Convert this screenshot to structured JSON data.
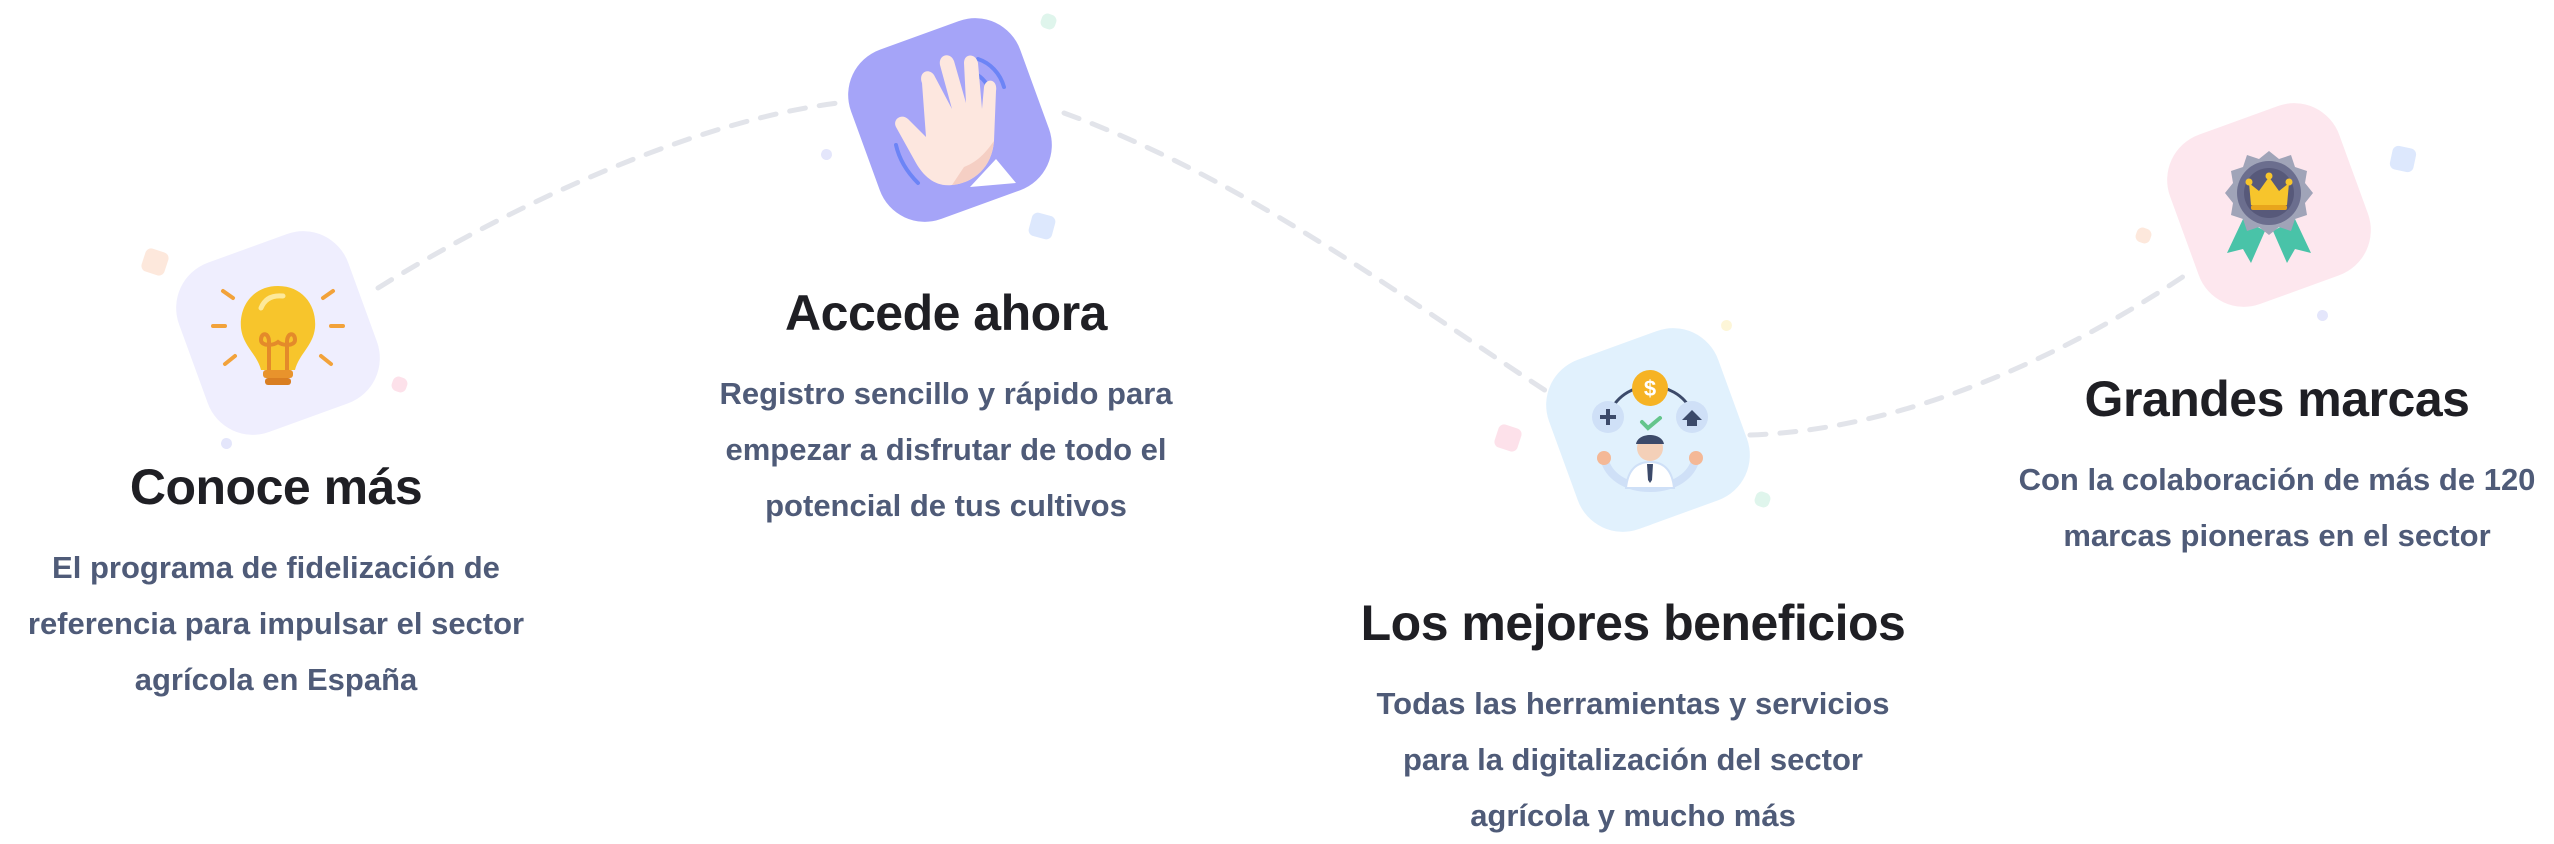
{
  "colors": {
    "title": "#1f1f24",
    "description": "#4f5b78",
    "curve": "#e2e4ea",
    "tile_lightbulb": "#efeefe",
    "tile_hand": "#a5a4f8",
    "tile_benefits": "#e1f1fd",
    "tile_brands": "#fde7ee"
  },
  "steps": [
    {
      "title": "Conoce más",
      "description": "El programa de fidelización de referencia para impulsar el sector agrícola en España",
      "icon": "lightbulb-icon"
    },
    {
      "title": "Accede ahora",
      "description": "Registro sencillo y rápido para empezar a disfrutar de todo el potencial de tus cultivos",
      "icon": "waving-hand-icon"
    },
    {
      "title": "Los mejores beneficios",
      "description": "Todas las herramientas y servicios para la digitalización del sector agrícola y mucho más",
      "icon": "benefits-icon"
    },
    {
      "title": "Grandes marcas",
      "description": "Con la colaboración de más de 120 marcas pioneras en el sector",
      "icon": "award-medal-icon"
    }
  ]
}
